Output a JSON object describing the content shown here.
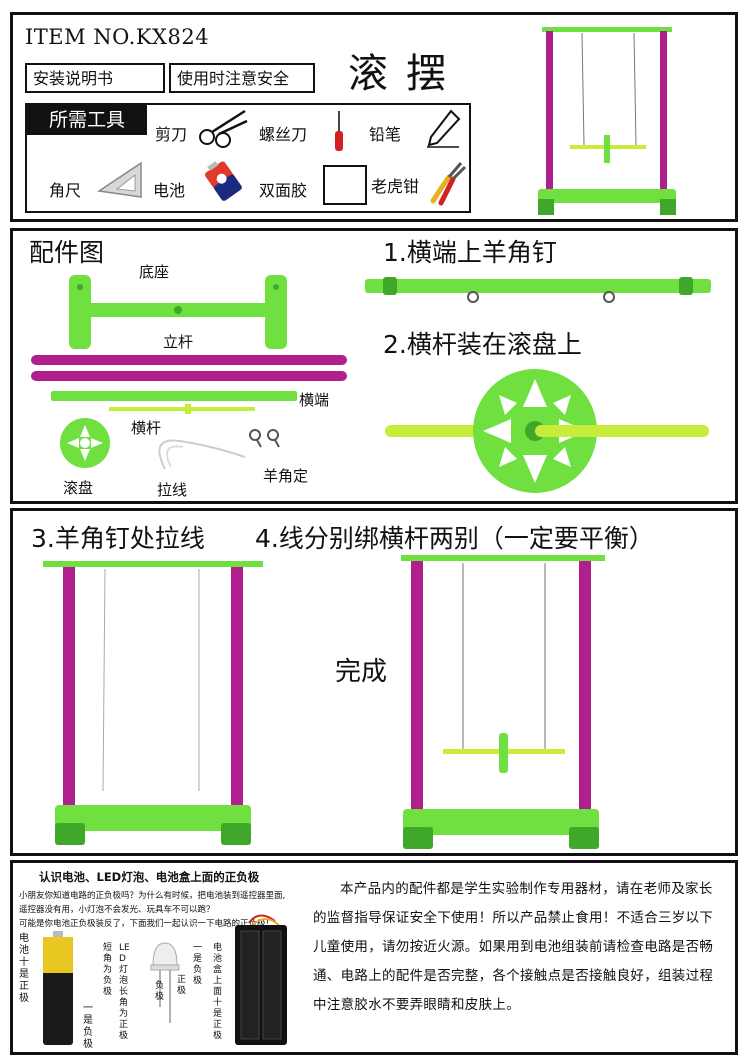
{
  "header": {
    "item_no": "ITEM NO.KX824",
    "manual_label": "安装说明书",
    "safety_label": "使用时注意安全",
    "product_title": "滚摆"
  },
  "tools": {
    "heading": "所需工具",
    "items": [
      {
        "label": "剪刀",
        "icon": "scissors-icon"
      },
      {
        "label": "螺丝刀",
        "icon": "screwdriver-icon"
      },
      {
        "label": "铅笔",
        "icon": "pencil-icon"
      },
      {
        "label": "角尺",
        "icon": "triangle-ruler-icon"
      },
      {
        "label": "电池",
        "icon": "battery-icon"
      },
      {
        "label": "双面胶",
        "icon": "tape-icon"
      },
      {
        "label": "老虎钳",
        "icon": "pliers-icon"
      }
    ]
  },
  "parts": {
    "heading": "配件图",
    "base": "底座",
    "pole": "立杆",
    "crossbar": "横端",
    "axle": "横杆",
    "disc": "滚盘",
    "string": "拉线",
    "hooks": "羊角定"
  },
  "steps": {
    "s1": "1.横端上羊角钉",
    "s2": "2.横杆装在滚盘上",
    "s3": "3.羊角钉处拉线",
    "s4": "4.线分别绑横杆两别（一定要平衡）",
    "done": "完成"
  },
  "battery_info": {
    "title": "认识电池、LED灯泡、电池盒上面的正负极",
    "line1": "小朋友你知道电路的正负极吗？为什么有时候，把电池装到遥控器里面,",
    "line2": "遥控器没有用，小灯泡不会发光、玩具车不可以跑？",
    "line3": "可能是你电池正负极装反了，下面我们一起认识一下电路的正负极！",
    "battery_pos": "电池十是正极",
    "battery_neg": "一是负极",
    "led_short": "短角为负极",
    "led_long": "LED灯泡 长角为正极",
    "led_neg": "负极",
    "led_pos": "正极",
    "box_neg": "一是负极",
    "box_pos": "电池盒上面 十是正极"
  },
  "notice": "本产品内的配件都是学生实验制作专用器材，请在老师及家长的监督指导保证安全下使用！所以产品禁止食用！不适合三岁以下儿童使用，请勿按近火源。如果用到电池组装前请检查电路是否畅通、电路上的配件是否完整，各个接触点是否接触良好，组装过程中注意胶水不要弄眼睛和皮肤上。",
  "colors": {
    "green": "#6fe040",
    "green_dark": "#3fa82a",
    "magenta": "#b0208c",
    "lime": "#c8ec3a"
  }
}
